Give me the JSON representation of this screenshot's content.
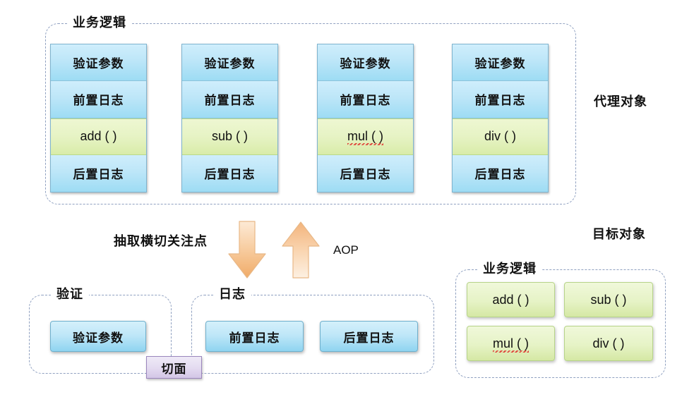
{
  "diagram": {
    "title_present": false,
    "colors": {
      "blue_fill": "#bfe6f7",
      "blue_border": "#6fb0cd",
      "green_fill": "#e6f3c6",
      "green_border": "#b7d489",
      "aspect_fill": "#e3daf0",
      "aspect_border": "#9b86bd",
      "arrow_fill": "#f5c391",
      "dashed_border": "#8fa0c0"
    }
  },
  "proxy_section": {
    "group_label": "业务逻辑",
    "side_label": "代理对象",
    "columns": [
      {
        "name": "add-column",
        "cells": [
          {
            "text": "验证参数",
            "kind": "blue"
          },
          {
            "text": "前置日志",
            "kind": "blue"
          },
          {
            "text": "add (  )",
            "kind": "green",
            "misspelled": false
          },
          {
            "text": "后置日志",
            "kind": "blue"
          }
        ]
      },
      {
        "name": "sub-column",
        "cells": [
          {
            "text": "验证参数",
            "kind": "blue"
          },
          {
            "text": "前置日志",
            "kind": "blue"
          },
          {
            "text": "sub (  )",
            "kind": "green",
            "misspelled": false
          },
          {
            "text": "后置日志",
            "kind": "blue"
          }
        ]
      },
      {
        "name": "mul-column",
        "cells": [
          {
            "text": "验证参数",
            "kind": "blue"
          },
          {
            "text": "前置日志",
            "kind": "blue"
          },
          {
            "text": "mul (  )",
            "kind": "green",
            "misspelled": true
          },
          {
            "text": "后置日志",
            "kind": "blue"
          }
        ]
      },
      {
        "name": "div-column",
        "cells": [
          {
            "text": "验证参数",
            "kind": "blue"
          },
          {
            "text": "前置日志",
            "kind": "blue"
          },
          {
            "text": "div (  )",
            "kind": "green",
            "misspelled": false
          },
          {
            "text": "后置日志",
            "kind": "blue"
          }
        ]
      }
    ]
  },
  "middle": {
    "extract_label": "抽取横切关注点",
    "aop_label": "AOP",
    "down_arrow_name": "extract-down-arrow",
    "up_arrow_name": "aop-up-arrow"
  },
  "aspect_section": {
    "aspect_label": "切面",
    "validation_group": {
      "label": "验证",
      "boxes": [
        "验证参数"
      ]
    },
    "logging_group": {
      "label": "日志",
      "boxes": [
        "前置日志",
        "后置日志"
      ]
    }
  },
  "target_section": {
    "side_label": "目标对象",
    "group_label": "业务逻辑",
    "methods": [
      {
        "text": "add (  )",
        "misspelled": false
      },
      {
        "text": "sub (  )",
        "misspelled": false
      },
      {
        "text": "mul (  )",
        "misspelled": true
      },
      {
        "text": "div (  )",
        "misspelled": false
      }
    ]
  }
}
